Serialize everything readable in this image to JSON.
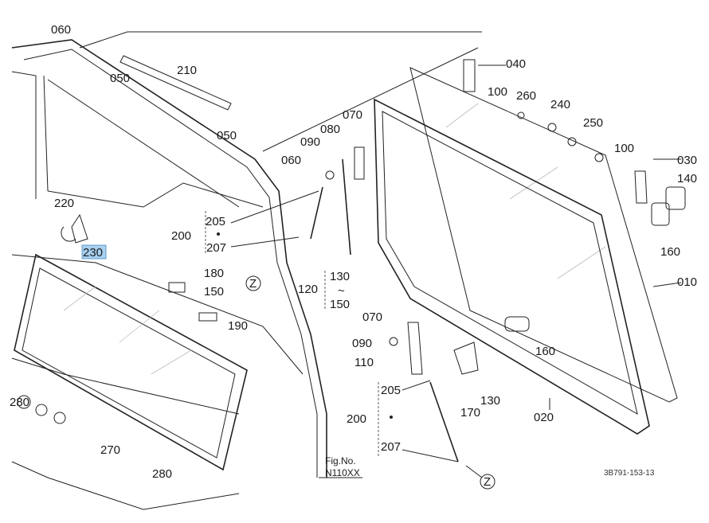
{
  "diagram": {
    "highlight_color": "#a8d0f0",
    "labels": {
      "l060a": "060",
      "l050a": "050",
      "l210": "210",
      "l050b": "050",
      "l060b": "060",
      "l090a": "090",
      "l080": "080",
      "l070a": "070",
      "l040": "040",
      "l100a": "100",
      "l260": "260",
      "l240": "240",
      "l250": "250",
      "l100b": "100",
      "l030": "030",
      "l140": "140",
      "l160a": "160",
      "l010": "010",
      "l220": "220",
      "l230": "230",
      "l205a": "205",
      "l200a": "200",
      "l207a": "207",
      "l180": "180",
      "l150a": "150",
      "l190": "190",
      "l120": "120",
      "l130a": "130",
      "ltilde": "~",
      "l150b": "150",
      "l070b": "070",
      "l090b": "090",
      "l110": "110",
      "l160b": "160",
      "l130b": "130",
      "l170": "170",
      "l020": "020",
      "l205b": "205",
      "l200b": "200",
      "l207b": "207",
      "l280a": "280",
      "l270": "270",
      "l280b": "280",
      "z1": "Z",
      "z2": "Z"
    },
    "fig_label": "Fig.No.",
    "fig_number": "N110XX",
    "drawing_code": "3B791-153-13"
  }
}
